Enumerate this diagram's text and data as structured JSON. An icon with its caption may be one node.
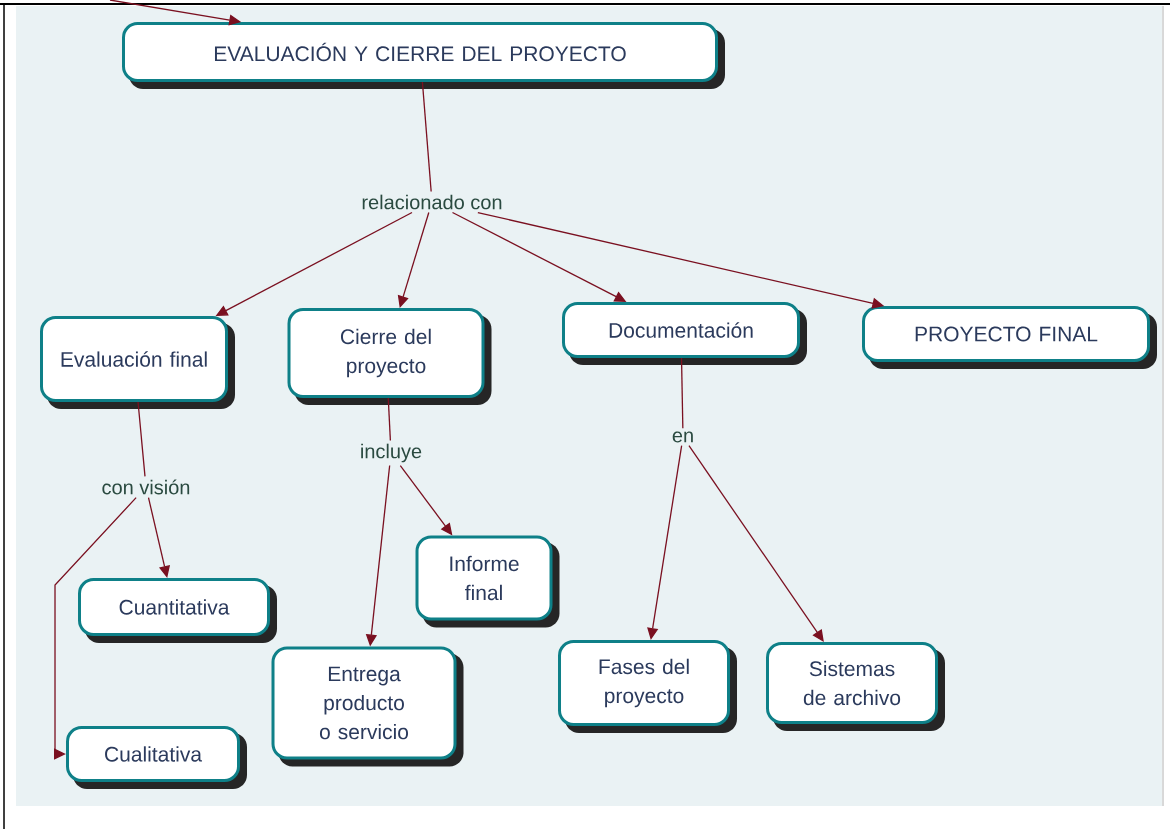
{
  "diagram": {
    "nodes": [
      {
        "text": [
          "EVALUACIÓN Y CIERRE DEL PROYECTO"
        ]
      },
      {
        "text": [
          "relacionado con"
        ]
      },
      {
        "text": [
          "Evaluación final"
        ]
      },
      {
        "text": [
          "Cierre del proyecto"
        ]
      },
      {
        "text": [
          "Documentación"
        ]
      },
      {
        "text": [
          "PROYECTO FINAL"
        ]
      },
      {
        "text": [
          "con visión"
        ]
      },
      {
        "text": [
          "incluye"
        ]
      },
      {
        "text": [
          "en"
        ]
      },
      {
        "text": [
          "Cuantitativa"
        ]
      },
      {
        "text": [
          "Informe final"
        ]
      },
      {
        "text": [
          "Entrega producto o servicio"
        ]
      },
      {
        "text": [
          "Cualitativa"
        ]
      },
      {
        "text": [
          "Fases del proyecto"
        ]
      },
      {
        "text": [
          "Sistemas de archivo"
        ]
      }
    ],
    "edges": [
      {
        "from": null,
        "to": 0,
        "arrow": "to"
      },
      {
        "from": 0,
        "to": 1,
        "arrow": "none"
      },
      {
        "from": 1,
        "to": 2,
        "arrow": "to"
      },
      {
        "from": 1,
        "to": 3,
        "arrow": "to"
      },
      {
        "from": 1,
        "to": 4,
        "arrow": "to"
      },
      {
        "from": 1,
        "to": 5,
        "arrow": "to"
      },
      {
        "from": 2,
        "to": 6,
        "arrow": "none"
      },
      {
        "from": 6,
        "to": 9,
        "arrow": "to"
      },
      {
        "from": 6,
        "to": 12,
        "arrow": "to"
      },
      {
        "from": 3,
        "to": 7,
        "arrow": "none"
      },
      {
        "from": 7,
        "to": 11,
        "arrow": "to"
      },
      {
        "from": 7,
        "to": 10,
        "arrow": "to"
      },
      {
        "from": 4,
        "to": 8,
        "arrow": "none"
      },
      {
        "from": 8,
        "to": 13,
        "arrow": "to"
      },
      {
        "from": 8,
        "to": 14,
        "arrow": "to"
      }
    ]
  }
}
